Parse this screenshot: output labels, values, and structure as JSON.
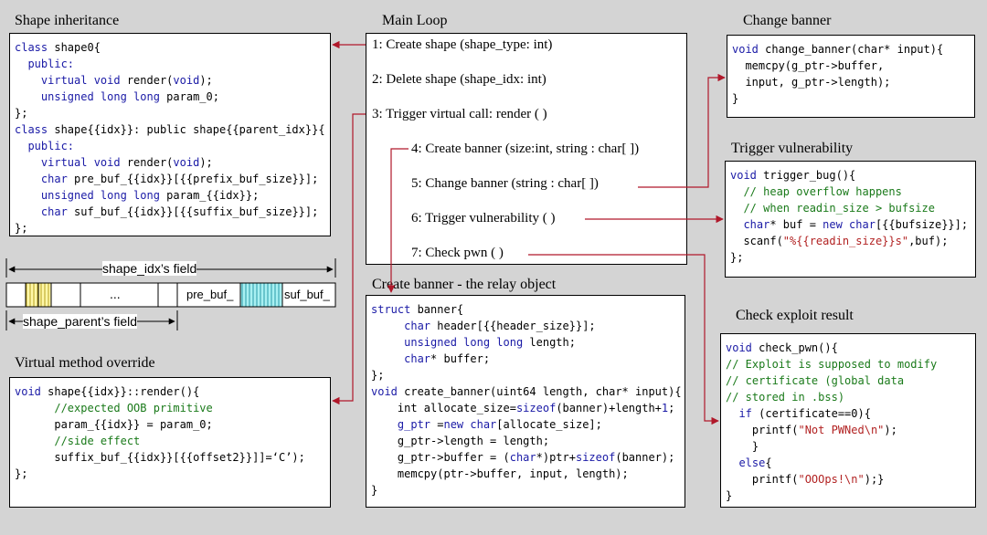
{
  "titles": {
    "shape_inheritance": "Shape inheritance",
    "main_loop": "Main Loop",
    "change_banner": "Change banner",
    "trigger_vulnerability": "Trigger vulnerability",
    "create_banner": "Create banner - the relay object",
    "check_exploit": "Check exploit result",
    "virtual_override": "Virtual method override"
  },
  "main_loop": {
    "items": [
      "1: Create shape (shape_type: int)",
      "2: Delete shape (shape_idx: int)",
      "3: Trigger virtual call: render ( )",
      "4: Create banner (size:int, string : char[ ])",
      "5: Change banner (string : char[ ])",
      "6: Trigger vulnerability ( )",
      "7: Check pwn ( )"
    ]
  },
  "memory": {
    "idx_field": "shape_idx’s field",
    "parent_field": "shape_parent’s field",
    "ellipsis": "...",
    "pre_buf": "pre_buf_",
    "suf_buf": "suf_buf_"
  },
  "colors": {
    "background": "#d4d4d4",
    "arrow": "#b0182a",
    "keyword": "#1a1aa6",
    "comment": "#1a7a1a",
    "string": "#b22222",
    "pre_buf_fill": "#fff7a8",
    "suf_buf_fill": "#a8f0f2"
  },
  "code": {
    "shape_inheritance": [
      [
        [
          "class",
          "kw"
        ],
        [
          " shape0{",
          ""
        ]
      ],
      [
        [
          "  ",
          ""
        ],
        [
          "public:",
          "kw"
        ]
      ],
      [
        [
          "    ",
          ""
        ],
        [
          "virtual void",
          "kw"
        ],
        [
          " render(",
          ""
        ],
        [
          "void",
          "kw"
        ],
        [
          ");",
          ""
        ]
      ],
      [
        [
          "    ",
          ""
        ],
        [
          "unsigned long long",
          "kw"
        ],
        [
          " param_0;",
          ""
        ]
      ],
      [
        [
          "};",
          ""
        ]
      ],
      [
        [
          "class",
          "kw"
        ],
        [
          " shape{{idx}}: public shape{{parent_idx}}{",
          ""
        ]
      ],
      [
        [
          "  ",
          ""
        ],
        [
          "public:",
          "kw"
        ]
      ],
      [
        [
          "    ",
          ""
        ],
        [
          "virtual void",
          "kw"
        ],
        [
          " render(",
          ""
        ],
        [
          "void",
          "kw"
        ],
        [
          ");",
          ""
        ]
      ],
      [
        [
          "    ",
          ""
        ],
        [
          "char",
          "kw"
        ],
        [
          " pre_buf_{{idx}}[{{prefix_buf_size}}];",
          ""
        ]
      ],
      [
        [
          "    ",
          ""
        ],
        [
          "unsigned long long",
          "kw"
        ],
        [
          " param_{{idx}};",
          ""
        ]
      ],
      [
        [
          "    ",
          ""
        ],
        [
          "char",
          "kw"
        ],
        [
          " suf_buf_{{idx}}[{{suffix_buf_size}}];",
          ""
        ]
      ],
      [
        [
          "};",
          ""
        ]
      ]
    ],
    "change_banner": [
      [
        [
          "void",
          "kw"
        ],
        [
          " change_banner(char* input){",
          ""
        ]
      ],
      [
        [
          "  memcpy(g_ptr->buffer,",
          ""
        ]
      ],
      [
        [
          "  input, g_ptr->length);",
          ""
        ]
      ],
      [
        [
          "}",
          ""
        ]
      ]
    ],
    "trigger_vulnerability": [
      [
        [
          "void",
          "kw"
        ],
        [
          " trigger_bug(){",
          ""
        ]
      ],
      [
        [
          "  // heap overflow happens",
          "cm"
        ]
      ],
      [
        [
          "  // when readin_size > bufsize",
          "cm"
        ]
      ],
      [
        [
          "  ",
          ""
        ],
        [
          "char",
          "kw"
        ],
        [
          "* buf = ",
          ""
        ],
        [
          "new char",
          "kw"
        ],
        [
          "[{{bufsize}}];",
          ""
        ]
      ],
      [
        [
          "  scanf(",
          ""
        ],
        [
          "\"%{{readin_size}}s\"",
          "st"
        ],
        [
          ",buf);",
          ""
        ]
      ],
      [
        [
          "};",
          ""
        ]
      ]
    ],
    "create_banner": [
      [
        [
          "struct",
          "kw"
        ],
        [
          " banner{",
          ""
        ]
      ],
      [
        [
          "     ",
          ""
        ],
        [
          "char",
          "kw"
        ],
        [
          " header[{{header_size}}];",
          ""
        ]
      ],
      [
        [
          "     ",
          ""
        ],
        [
          "unsigned long long",
          "kw"
        ],
        [
          " length;",
          ""
        ]
      ],
      [
        [
          "     ",
          ""
        ],
        [
          "char",
          "kw"
        ],
        [
          "* buffer;",
          ""
        ]
      ],
      [
        [
          "};",
          ""
        ]
      ],
      [
        [
          "void",
          "kw"
        ],
        [
          " create_banner(uint64 length, char* input){",
          ""
        ]
      ],
      [
        [
          "    int allocate_size=",
          ""
        ],
        [
          "sizeof",
          "kw"
        ],
        [
          "(banner)+length+",
          ""
        ],
        [
          "1",
          "kw"
        ],
        [
          ";",
          ""
        ]
      ],
      [
        [
          "    ",
          ""
        ],
        [
          "g_ptr",
          "kw"
        ],
        [
          " =",
          ""
        ],
        [
          "new char",
          "kw"
        ],
        [
          "[allocate_size];",
          ""
        ]
      ],
      [
        [
          "    g_ptr->length = length;",
          ""
        ]
      ],
      [
        [
          "    g_ptr->buffer = (",
          ""
        ],
        [
          "char",
          "kw"
        ],
        [
          "*)ptr+",
          ""
        ],
        [
          "sizeof",
          "kw"
        ],
        [
          "(banner);",
          ""
        ]
      ],
      [
        [
          "    memcpy(ptr->buffer, input, length);",
          ""
        ]
      ],
      [
        [
          "}",
          ""
        ]
      ]
    ],
    "check_exploit": [
      [
        [
          "void",
          "kw"
        ],
        [
          " check_pwn(){",
          ""
        ]
      ],
      [
        [
          "// Exploit is supposed to modify",
          "cm"
        ]
      ],
      [
        [
          "// certificate (global data",
          "cm"
        ]
      ],
      [
        [
          "// stored in .bss)",
          "cm"
        ]
      ],
      [
        [
          "  ",
          ""
        ],
        [
          "if",
          "kw"
        ],
        [
          " (certificate==0){",
          ""
        ]
      ],
      [
        [
          "    printf(",
          ""
        ],
        [
          "\"Not PWNed\\n\"",
          "st"
        ],
        [
          ");",
          ""
        ]
      ],
      [
        [
          "    }",
          ""
        ]
      ],
      [
        [
          "  ",
          ""
        ],
        [
          "else",
          "kw"
        ],
        [
          "{",
          ""
        ]
      ],
      [
        [
          "    printf(",
          ""
        ],
        [
          "\"OOOps!\\n\"",
          "st"
        ],
        [
          ");}",
          ""
        ]
      ],
      [
        [
          "}",
          ""
        ]
      ]
    ],
    "virtual_override": [
      [
        [
          "void",
          "kw"
        ],
        [
          " shape{{idx}}::render(){",
          ""
        ]
      ],
      [
        [
          "      ",
          ""
        ],
        [
          "//expected OOB primitive",
          "cm"
        ]
      ],
      [
        [
          "      param_{{idx}} = param_0;",
          ""
        ]
      ],
      [
        [
          "      ",
          ""
        ],
        [
          "//side effect",
          "cm"
        ]
      ],
      [
        [
          "      suffix_buf_{{idx}}[{{offset2}}]]=‘C’);",
          ""
        ]
      ],
      [
        [
          "};",
          ""
        ]
      ]
    ]
  }
}
